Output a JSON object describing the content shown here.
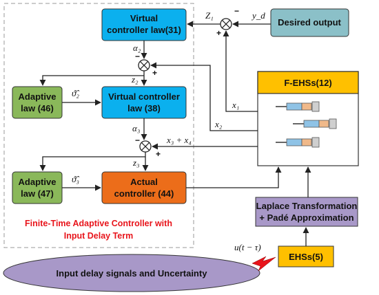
{
  "blocks": {
    "virtual_controller_31": [
      "Virtual",
      "controller law(31)"
    ],
    "desired_output": "Desired output",
    "adaptive_law_46": [
      "Adaptive",
      "law (46)"
    ],
    "virtual_controller_38": [
      "Virtual controller",
      "law (38)"
    ],
    "adaptive_law_47": [
      "Adaptive",
      "law (47)"
    ],
    "actual_controller_44": [
      "Actual",
      "controller (44)"
    ],
    "f_ehss": "F-EHSs(12)",
    "laplace": [
      "Laplace Transformation",
      "+ Padé Approximation"
    ],
    "ehss": "EHSs(5)",
    "disturbance": "Input delay signals and Uncertainty"
  },
  "controller_title": [
    "Finite-Time Adaptive Controller with",
    "Input Delay Term"
  ],
  "signals": {
    "z1": "Z₁",
    "yd": "y_d",
    "alpha2": "α₂",
    "z2": "z₂",
    "theta2": "ϑ̂₂",
    "alpha3": "α₃",
    "z3": "z₃",
    "theta3": "ϑ̂₃",
    "x1": "x₁",
    "x2": "x₂",
    "x3x4": "x₃ + x₄",
    "u": "u(t − τ)"
  },
  "signs": {
    "sum1_top": "−",
    "sum1_bottom": "+",
    "sum2_top": "−",
    "sum2_right": "+",
    "sum3_left": "−",
    "sum3_right": "+"
  },
  "colors": {
    "virtual_block": "#0bb0ee",
    "adaptive_block": "#8ab85a",
    "actual_block": "#ec6d1a",
    "f_ehss_header": "#ffc000",
    "laplace_block": "#a898c8",
    "ehss_block": "#ffc000",
    "disturbance_ellipse": "#a898c8",
    "title_red": "#e8141b",
    "desired_block": "#8bc0c8"
  }
}
